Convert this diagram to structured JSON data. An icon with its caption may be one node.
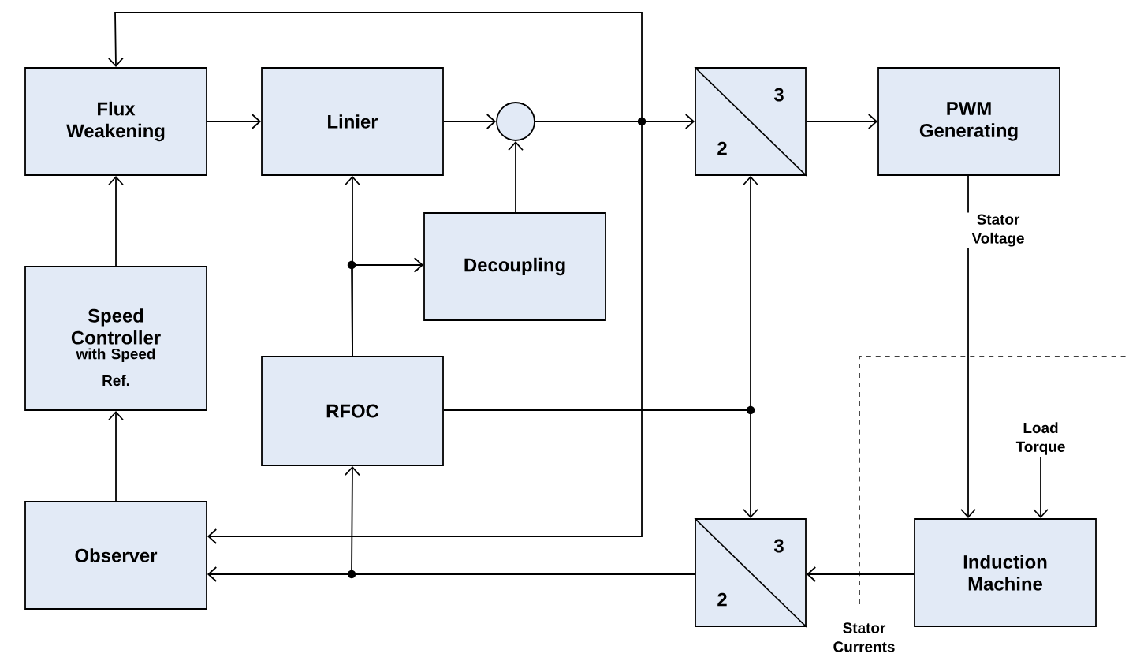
{
  "diagram": {
    "nodes": [
      {
        "text": [
          "Flux Weakening"
        ]
      },
      {
        "text": [
          "Linier"
        ]
      },
      {
        "text": [],
        "shape": "circle"
      },
      {
        "text": [
          "3",
          "2"
        ]
      },
      {
        "text": [
          "PWM Generating"
        ]
      },
      {
        "text": [
          "Decoupling"
        ]
      },
      {
        "text": [
          "Speed Controller",
          "with Speed Ref."
        ]
      },
      {
        "text": [
          "RFOC"
        ]
      },
      {
        "text": [
          "Observer"
        ]
      },
      {
        "text": [
          "3",
          "2"
        ]
      },
      {
        "text": [
          "Induction Machine"
        ]
      },
      {
        "text": [
          "Load Torque"
        ]
      }
    ],
    "edges": [
      {
        "from": 0,
        "to": 1,
        "arrow": "to"
      },
      {
        "from": 1,
        "to": 2,
        "arrow": "to"
      },
      {
        "from": 5,
        "to": 2,
        "arrow": "to"
      },
      {
        "from": 2,
        "to": 3,
        "arrow": "to"
      },
      {
        "from": 2,
        "to": 8,
        "arrow": "to"
      },
      {
        "from": 2,
        "to": 0,
        "arrow": "to"
      },
      {
        "from": 3,
        "to": 4,
        "arrow": "to"
      },
      {
        "from": 4,
        "to": 10,
        "arrow": "to",
        "label": "Stator Voltage"
      },
      {
        "from": 11,
        "to": 10,
        "arrow": "to"
      },
      {
        "from": 10,
        "to": 9,
        "arrow": "to",
        "label": "Stator Currents"
      },
      {
        "from": 9,
        "to": 8,
        "arrow": "to"
      },
      {
        "from": 9,
        "to": 7,
        "arrow": "to"
      },
      {
        "from": 7,
        "to": 3,
        "arrow": "to"
      },
      {
        "from": 7,
        "to": 9,
        "arrow": "to"
      },
      {
        "from": 6,
        "to": 0,
        "arrow": "to"
      },
      {
        "from": 8,
        "to": 6,
        "arrow": "to"
      },
      {
        "from": 7,
        "to": 1,
        "arrow": "to"
      },
      {
        "from": 7,
        "to": 5,
        "arrow": "to"
      }
    ]
  }
}
